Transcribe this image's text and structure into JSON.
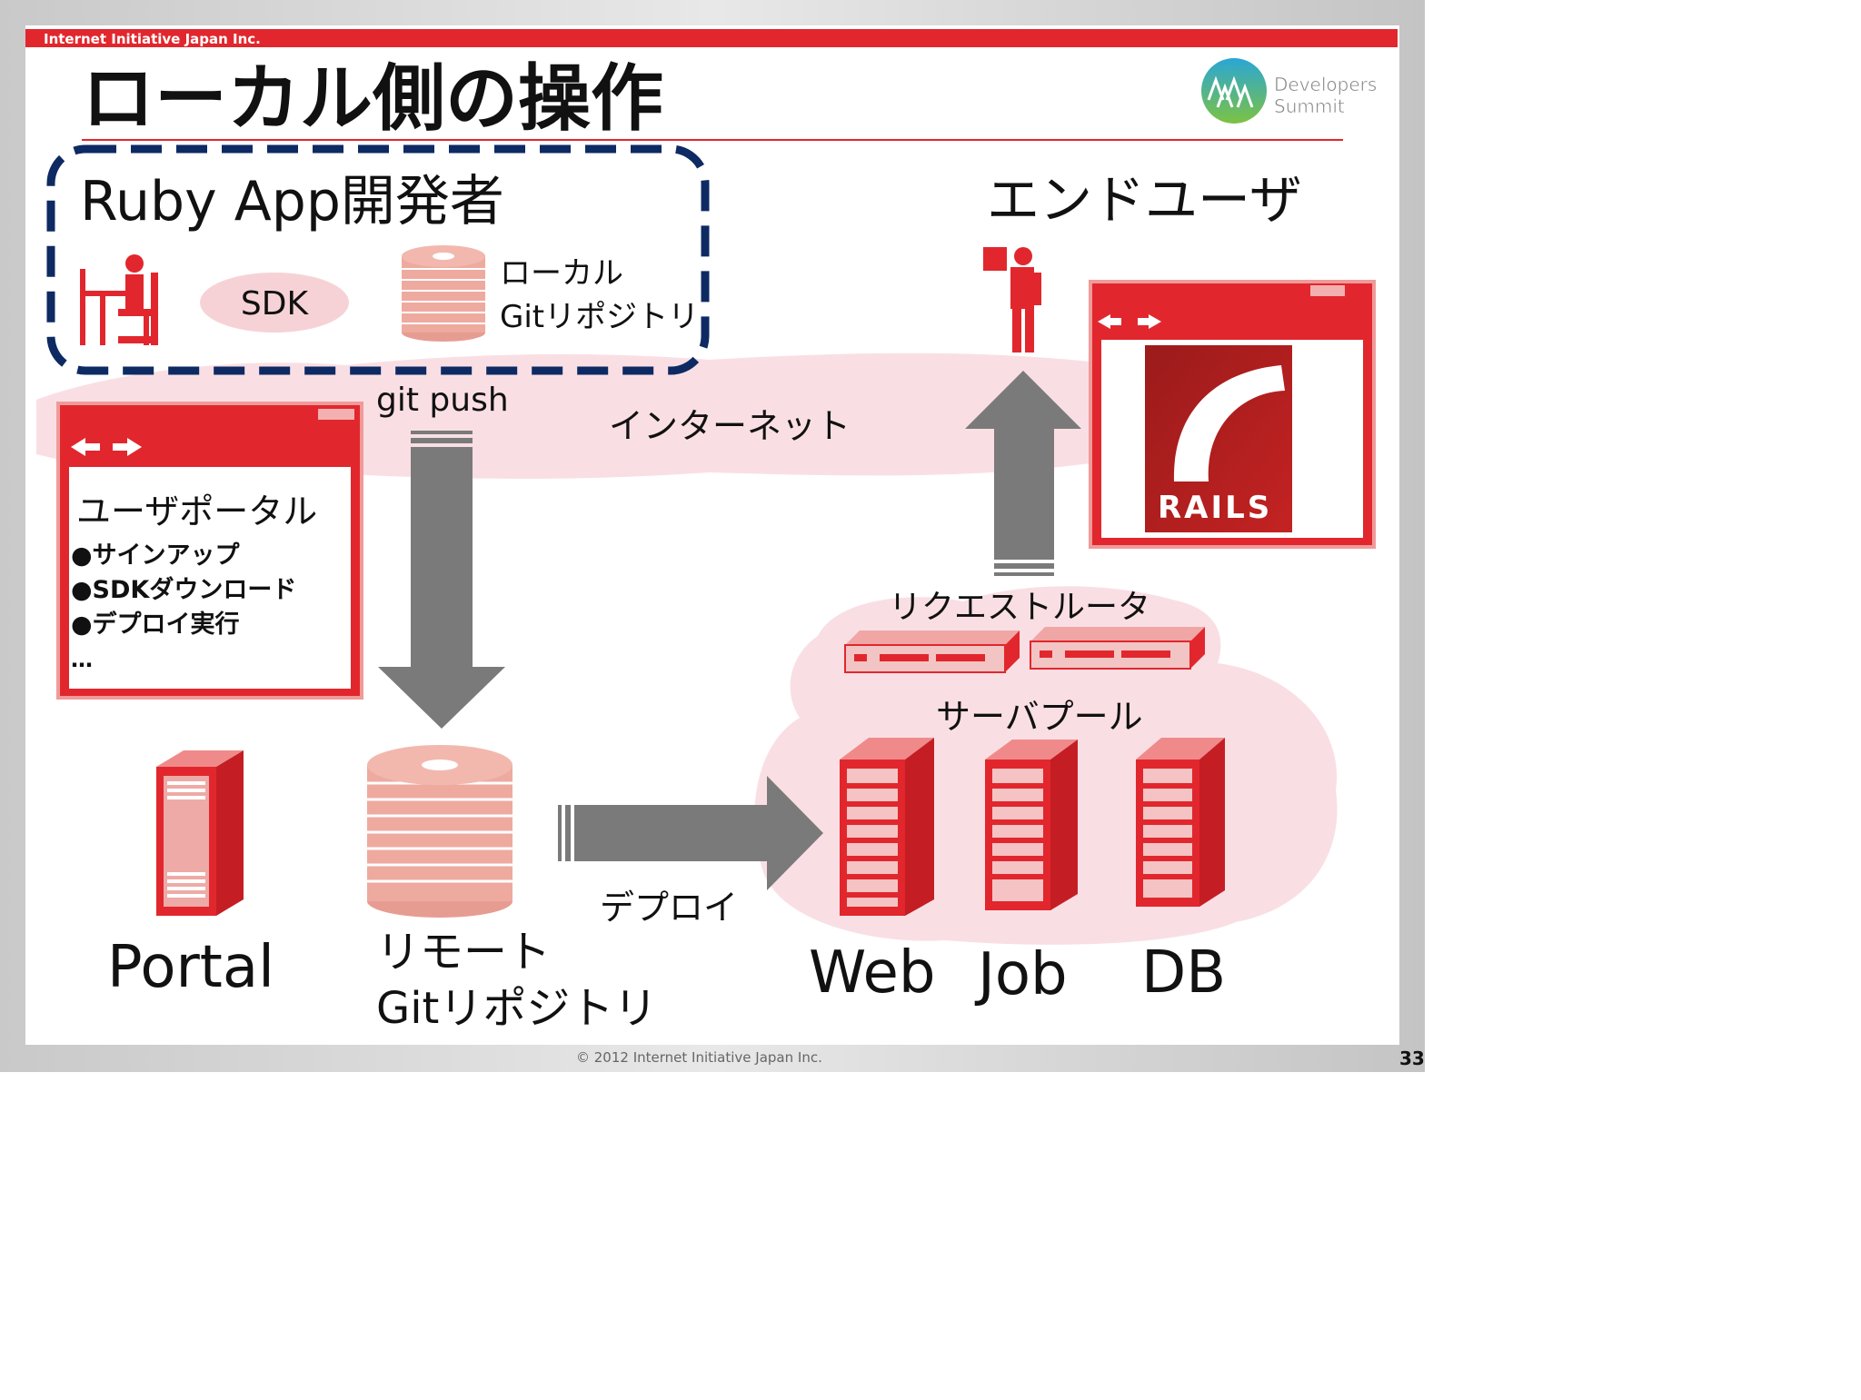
{
  "header": {
    "company": "Internet Initiative Japan Inc.",
    "title": "ローカル側の操作",
    "logo_line1": "Developers",
    "logo_line2": "Summit"
  },
  "developer_group": {
    "title": "Ruby App開発者",
    "sdk": "SDK",
    "local_repo_line1": "ローカル",
    "local_repo_line2": "Gitリポジトリ"
  },
  "end_user": {
    "label": "エンドユーザ"
  },
  "internet": {
    "label": "インターネット"
  },
  "git_push": {
    "label": "git push"
  },
  "portal_window": {
    "title": "ユーザポータル",
    "items": [
      "●サインアップ",
      "●SDKダウンロード",
      "●デプロイ実行"
    ],
    "more": "…"
  },
  "rails": {
    "logo_text": "RAILS"
  },
  "request_router": {
    "label": "リクエストルータ"
  },
  "server_pool": {
    "label": "サーバプール",
    "servers": [
      "Web",
      "Job",
      "DB"
    ]
  },
  "portal_server": {
    "label": "Portal"
  },
  "remote_repo": {
    "line1": "リモート",
    "line2": "Gitリポジトリ"
  },
  "deploy": {
    "label": "デプロイ"
  },
  "footer": {
    "copyright": "© 2012 Internet Initiative Japan Inc.",
    "page_number": "33"
  },
  "colors": {
    "accent_red": "#e1272d",
    "navy_dash": "#0e2a63",
    "cloud_pink": "#f9dfe4",
    "arrow_gray": "#7a7a7a"
  }
}
